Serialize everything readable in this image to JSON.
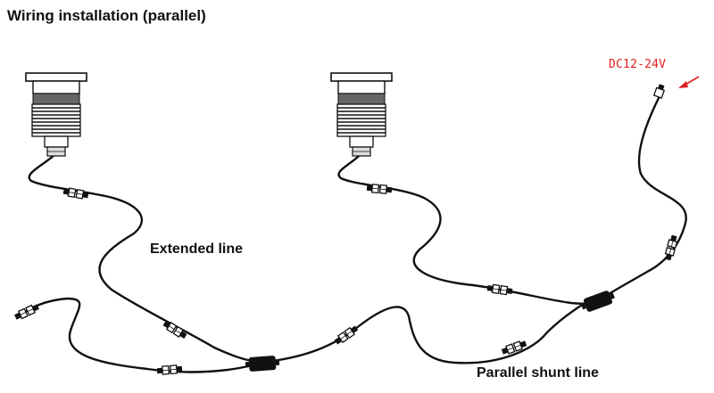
{
  "title": "Wiring installation (parallel)",
  "labels": {
    "extended_line": "Extended line",
    "parallel_shunt_line": "Parallel shunt line",
    "power_input": "DC12-24V"
  },
  "colors": {
    "wire": "#111111",
    "power_label": "#e02020",
    "arrow": "#e02020"
  },
  "icons": {
    "lamp": "recessed-led-light-icon",
    "connector": "waterproof-connector-icon",
    "splitter": "splitter-box-icon",
    "arrow": "red-arrow-icon"
  }
}
